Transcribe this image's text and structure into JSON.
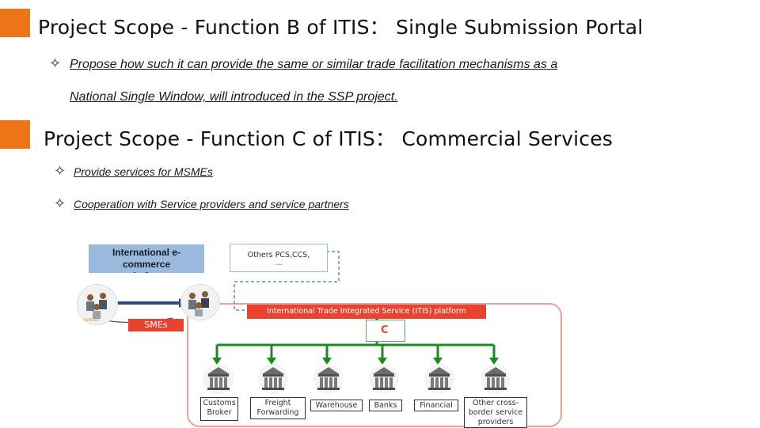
{
  "colors": {
    "accent": "#ee7416",
    "platform_red": "#e8432f",
    "platform_border": "#e8a09a",
    "connector_green": "#1e8a1e",
    "box_blue": "#9bb9dc",
    "navy_arrow": "#2b4a80"
  },
  "section_b": {
    "title": "Project Scope - Function B of ITIS： Single Submission Portal",
    "bullet_icon": "four-point-star-icon",
    "bullet_line1": "Propose how such it can provide the same or similar trade facilitation mechanisms as a",
    "bullet_line2": "National Single Window, will introduced in the SSP project."
  },
  "section_c": {
    "title": "Project Scope - Function C of ITIS： Commercial Services",
    "bullets": [
      "Provide services for MSMEs",
      "Cooperation with Service providers and service partners"
    ]
  },
  "diagram": {
    "ecommerce_box": "International e-commerce platform",
    "others_box_line1": "Others PCS,CCS,",
    "others_box_line2": "…",
    "platform_bar": "International Trade Integrated Service (ITIS) platform",
    "smes_box": "SMEs",
    "function_box": "C",
    "providers": [
      {
        "icon": "bank-building-icon",
        "label": "Customs Broker"
      },
      {
        "icon": "bank-building-icon",
        "label": "Freight Forwarding"
      },
      {
        "icon": "bank-building-icon",
        "label": "Warehouse"
      },
      {
        "icon": "bank-building-icon",
        "label": "Banks"
      },
      {
        "icon": "bank-building-icon",
        "label": "Financial"
      },
      {
        "icon": "bank-building-icon",
        "label": "Other cross-border service providers"
      }
    ]
  }
}
